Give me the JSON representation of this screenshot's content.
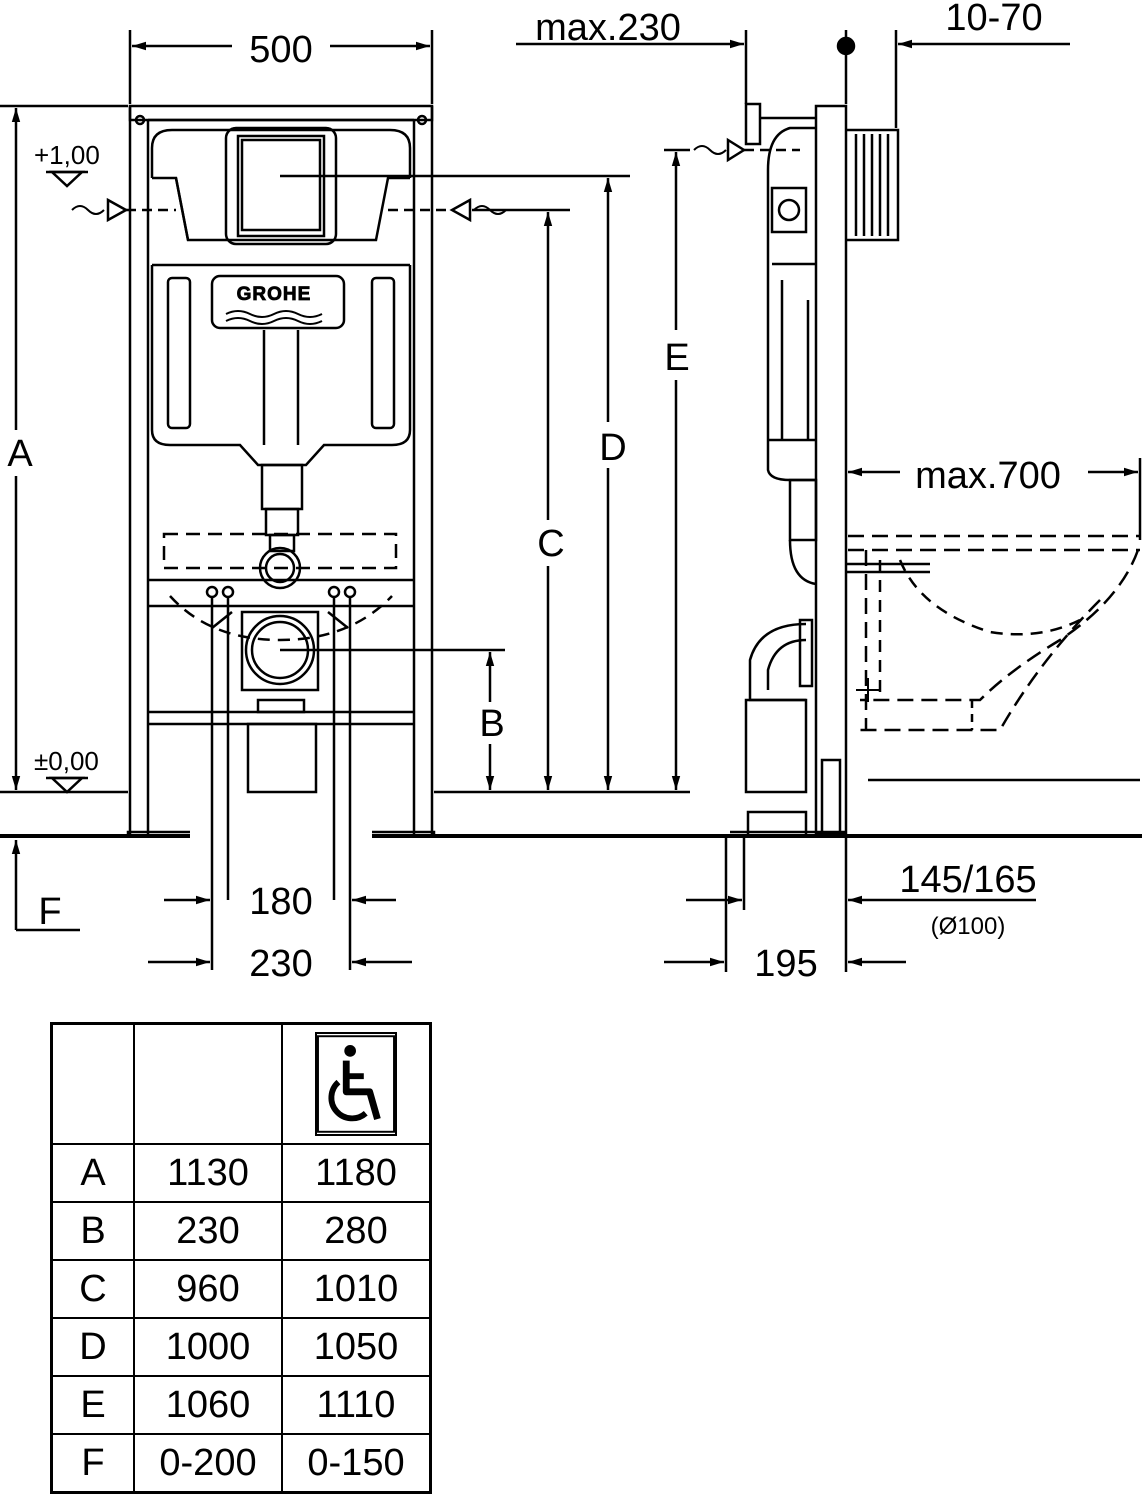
{
  "drawing": {
    "brand_logo": "GROHE",
    "front_view": {
      "width_label": "500",
      "level_top_label": "+1,00",
      "level_zero_label": "±0,00",
      "dim_labels": [
        "A",
        "B",
        "C",
        "D",
        "F"
      ],
      "bottom_label_1": "180",
      "bottom_label_2": "230"
    },
    "side_view": {
      "top_label_1": "max.230",
      "top_label_2": "10-70",
      "dim_label_e": "E",
      "bowl_label": "max.700",
      "right_label_1": "145/165",
      "right_label_1_sub": "(Ø100)",
      "bottom_label": "195"
    }
  },
  "table": {
    "accessible_icon": "wheelchair-icon",
    "rows": [
      {
        "key": "A",
        "standard": "1130",
        "accessible": "1180"
      },
      {
        "key": "B",
        "standard": "230",
        "accessible": "280"
      },
      {
        "key": "C",
        "standard": "960",
        "accessible": "1010"
      },
      {
        "key": "D",
        "standard": "1000",
        "accessible": "1050"
      },
      {
        "key": "E",
        "standard": "1060",
        "accessible": "1110"
      },
      {
        "key": "F",
        "standard": "0-200",
        "accessible": "0-150"
      }
    ]
  }
}
